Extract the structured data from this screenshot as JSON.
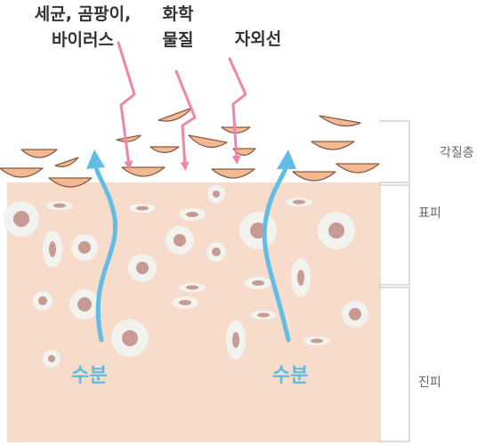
{
  "threats": {
    "microbes_line1": "세균, 곰팡이,",
    "microbes_line2": "바이러스",
    "chemicals_line1": "화학",
    "chemicals_line2": "물질",
    "uv": "자외선"
  },
  "layers": {
    "stratum_corneum": "각질층",
    "epidermis": "표피",
    "dermis": "진피"
  },
  "moisture": {
    "left": "수분",
    "right": "수분"
  },
  "colors": {
    "skin": "#f8dccb",
    "flake_fill": "#f2b993",
    "flake_stroke": "#8a5a42",
    "cell_ring": "#ffffff",
    "cell_nucleus": "#c79a93",
    "arrow_pink": "#ee86a7",
    "arrow_blue": "#62bde6",
    "bracket": "#bbbbbb"
  }
}
